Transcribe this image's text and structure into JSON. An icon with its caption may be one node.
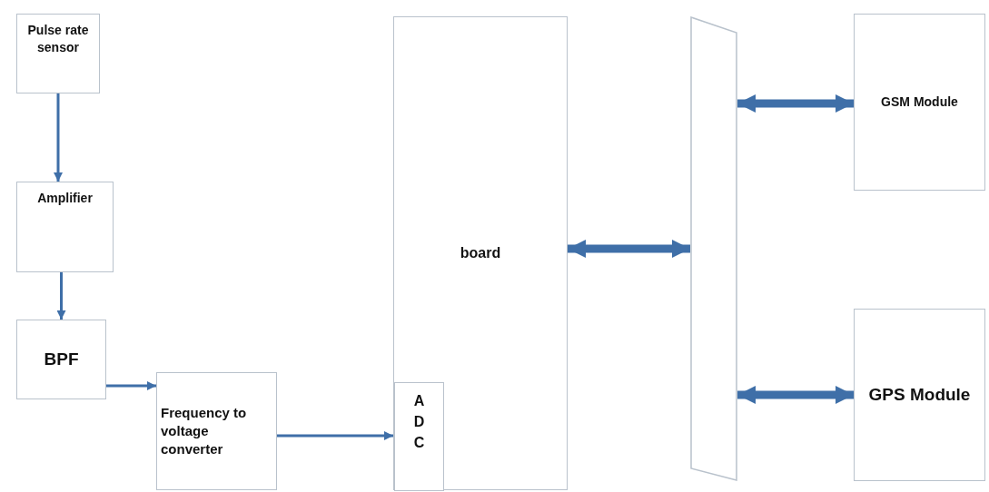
{
  "diagram": {
    "nodes": [
      {
        "text": [
          "Pulse rate sensor"
        ]
      },
      {
        "text": [
          "Amplifier"
        ]
      },
      {
        "text": [
          "BPF"
        ]
      },
      {
        "text": [
          "Frequency to voltage converter"
        ]
      },
      {
        "text": [
          "board"
        ]
      },
      {
        "text": [
          "ADC"
        ],
        "in": 4
      },
      {
        "text": [],
        "shape": "box"
      },
      {
        "text": [
          "GSM Module"
        ]
      },
      {
        "text": [
          "GPS Module"
        ]
      }
    ],
    "edges": [
      {
        "from": 0,
        "to": 1,
        "arrow": "to"
      },
      {
        "from": 1,
        "to": 2,
        "arrow": "to"
      },
      {
        "from": 2,
        "to": 3,
        "arrow": "to"
      },
      {
        "from": 3,
        "to": 5,
        "arrow": "to"
      },
      {
        "from": 4,
        "to": 6,
        "arrow": "both",
        "style": "thick"
      },
      {
        "from": 6,
        "to": 7,
        "arrow": "both",
        "style": "thick"
      },
      {
        "from": 6,
        "to": 8,
        "arrow": "both",
        "style": "thick"
      }
    ]
  }
}
